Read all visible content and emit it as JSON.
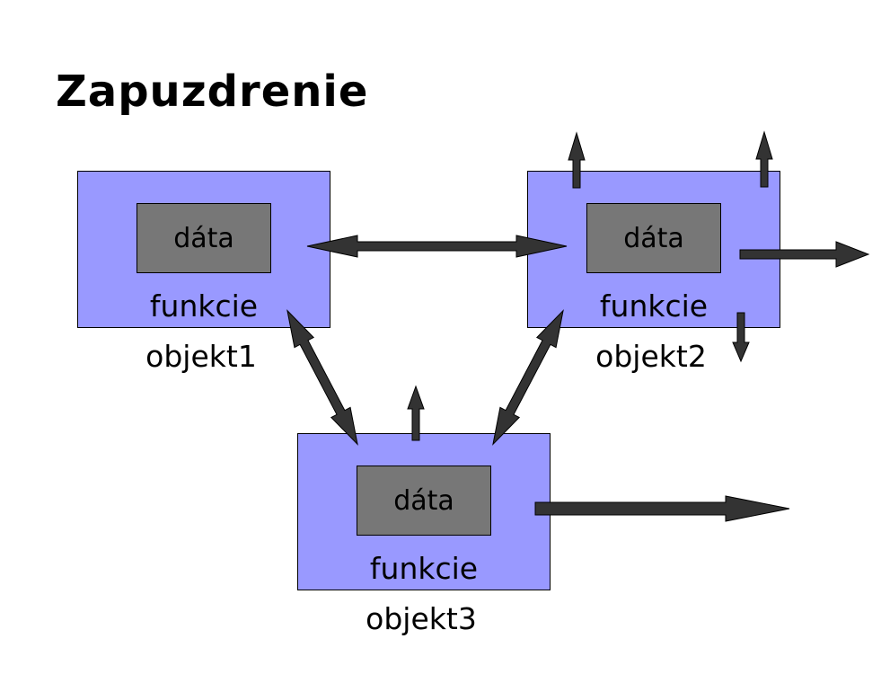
{
  "title": "Zapuzdrenie",
  "objects": [
    {
      "data_label": "dáta",
      "functions_label": "funkcie",
      "name": "objekt1"
    },
    {
      "data_label": "dáta",
      "functions_label": "funkcie",
      "name": "objekt2"
    },
    {
      "data_label": "dáta",
      "functions_label": "funkcie",
      "name": "objekt3"
    }
  ],
  "colors": {
    "object_fill": "#9999ff",
    "data_fill": "#777777",
    "arrow": "#333333"
  }
}
